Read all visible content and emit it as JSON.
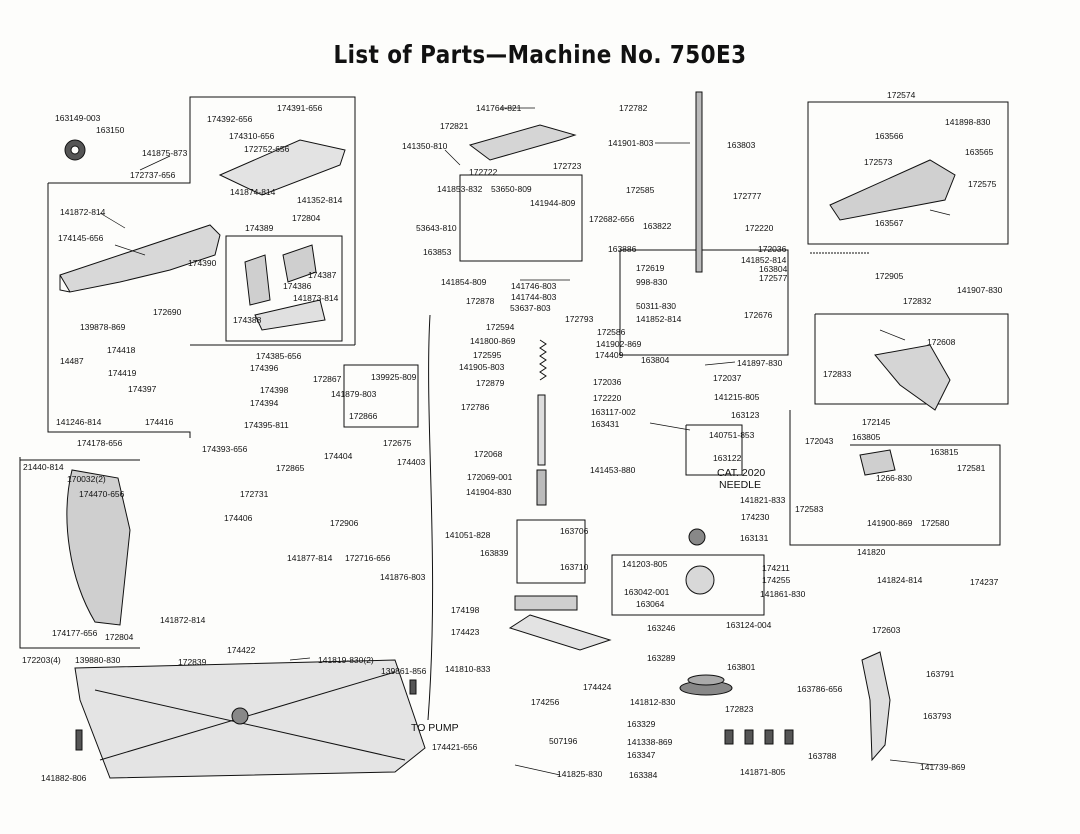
{
  "title": "List of Parts—Machine No. 750E3",
  "labels": [
    "163149-003",
    "163150",
    "141875-873",
    "172737-656",
    "174391-656",
    "174392-656",
    "174310-656",
    "172752-656",
    "141874-814",
    "141352-814",
    "172804",
    "174389",
    "141872-814",
    "174145-656",
    "174390",
    "174387",
    "174386",
    "141873-814",
    "174388",
    "172690",
    "139878-869",
    "174418",
    "174385-656",
    "174396",
    "14487",
    "174419",
    "174397",
    "174398",
    "174394",
    "174395-811",
    "141246-814",
    "174416",
    "174393-656",
    "174178-656",
    "21440-814",
    "170032(2)",
    "174470-656",
    "172867",
    "139925-809",
    "141879-803",
    "172866",
    "174404",
    "172675",
    "174403",
    "172865",
    "172731",
    "174406",
    "172906",
    "141877-814",
    "172716-656",
    "141876-803",
    "141872-814",
    "174422",
    "174177-656",
    "172804",
    "172203(4)",
    "139880-830",
    "172839",
    "141819-830(2)",
    "139861-856",
    "141882-806",
    "141764-821",
    "172821",
    "141350-810",
    "172722",
    "172723",
    "141853-832",
    "53650-809",
    "141944-809",
    "53643-810",
    "163853",
    "141854-809",
    "141746-803",
    "141744-803",
    "172878",
    "53637-803",
    "172594",
    "141800-869",
    "172595",
    "141905-803",
    "172879",
    "172786",
    "172068",
    "172069-001",
    "141904-830",
    "141051-828",
    "163706",
    "163839",
    "163710",
    "174198",
    "174423",
    "141810-833",
    "174424",
    "174256",
    "507196",
    "TO PUMP",
    "174421-656",
    "141825-830",
    "172782",
    "141901-803",
    "163803",
    "172585",
    "172777",
    "172682-656",
    "163822",
    "172220",
    "163886",
    "172036",
    "141852-814",
    "172619",
    "163804",
    "998-830",
    "172577",
    "50311-830",
    "141852-814",
    "172676",
    "172793",
    "172586",
    "141902-869",
    "174409",
    "163804",
    "141897-830",
    "172036",
    "172037",
    "172220",
    "141215-805",
    "163117-002",
    "163123",
    "163431",
    "140751-853",
    "163122",
    "141453-880",
    "CAT. 2020",
    "NEEDLE",
    "141821-833",
    "174230",
    "163131",
    "141203-805",
    "163042-001",
    "163064",
    "163246",
    "163124-004",
    "163289",
    "163801",
    "141812-830",
    "172823",
    "163329",
    "141338-869",
    "163347",
    "163384",
    "141871-805",
    "172574",
    "141898-830",
    "163566",
    "163565",
    "172573",
    "172575",
    "163567",
    "172905",
    "141907-830",
    "172832",
    "172608",
    "172833",
    "172145",
    "172043",
    "163805",
    "163815",
    "1266-830",
    "172581",
    "172583",
    "141900-869",
    "172580",
    "141820",
    "174211",
    "174255",
    "141824-814",
    "174237",
    "141861-830",
    "172603",
    "163791",
    "163786-656",
    "163793",
    "163788",
    "141739-869"
  ],
  "colors": {
    "ink": "#111111",
    "paper": "#fdfdfb",
    "fill": "#cfcfcf"
  }
}
